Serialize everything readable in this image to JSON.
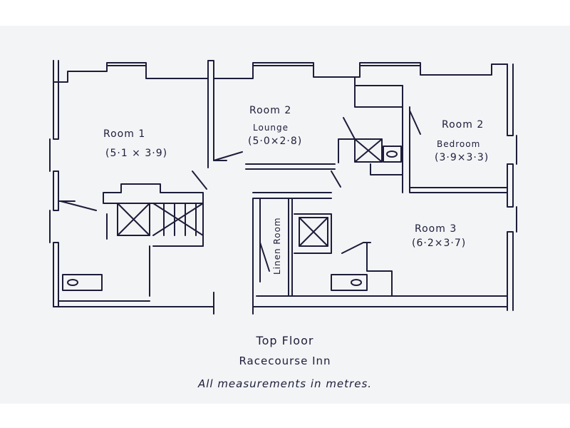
{
  "rooms": {
    "room1": {
      "name": "Room 1",
      "dims": "(5·1 × 3·9)"
    },
    "room2_lounge": {
      "name": "Room 2",
      "sub": "Lounge",
      "dims": "(5·0×2·8)"
    },
    "room2_bedroom": {
      "name": "Room 2",
      "sub": "Bedroom",
      "dims": "(3·9×3·3)"
    },
    "room3": {
      "name": "Room 3",
      "dims": "(6·2×3·7)"
    },
    "linen": {
      "name": "Linen Room"
    }
  },
  "caption": {
    "floor": "Top Floor",
    "building": "Racecourse Inn",
    "note": "All measurements in metres."
  },
  "colors": {
    "ink": "#1d1d3a",
    "paper": "#f3f4f6"
  }
}
